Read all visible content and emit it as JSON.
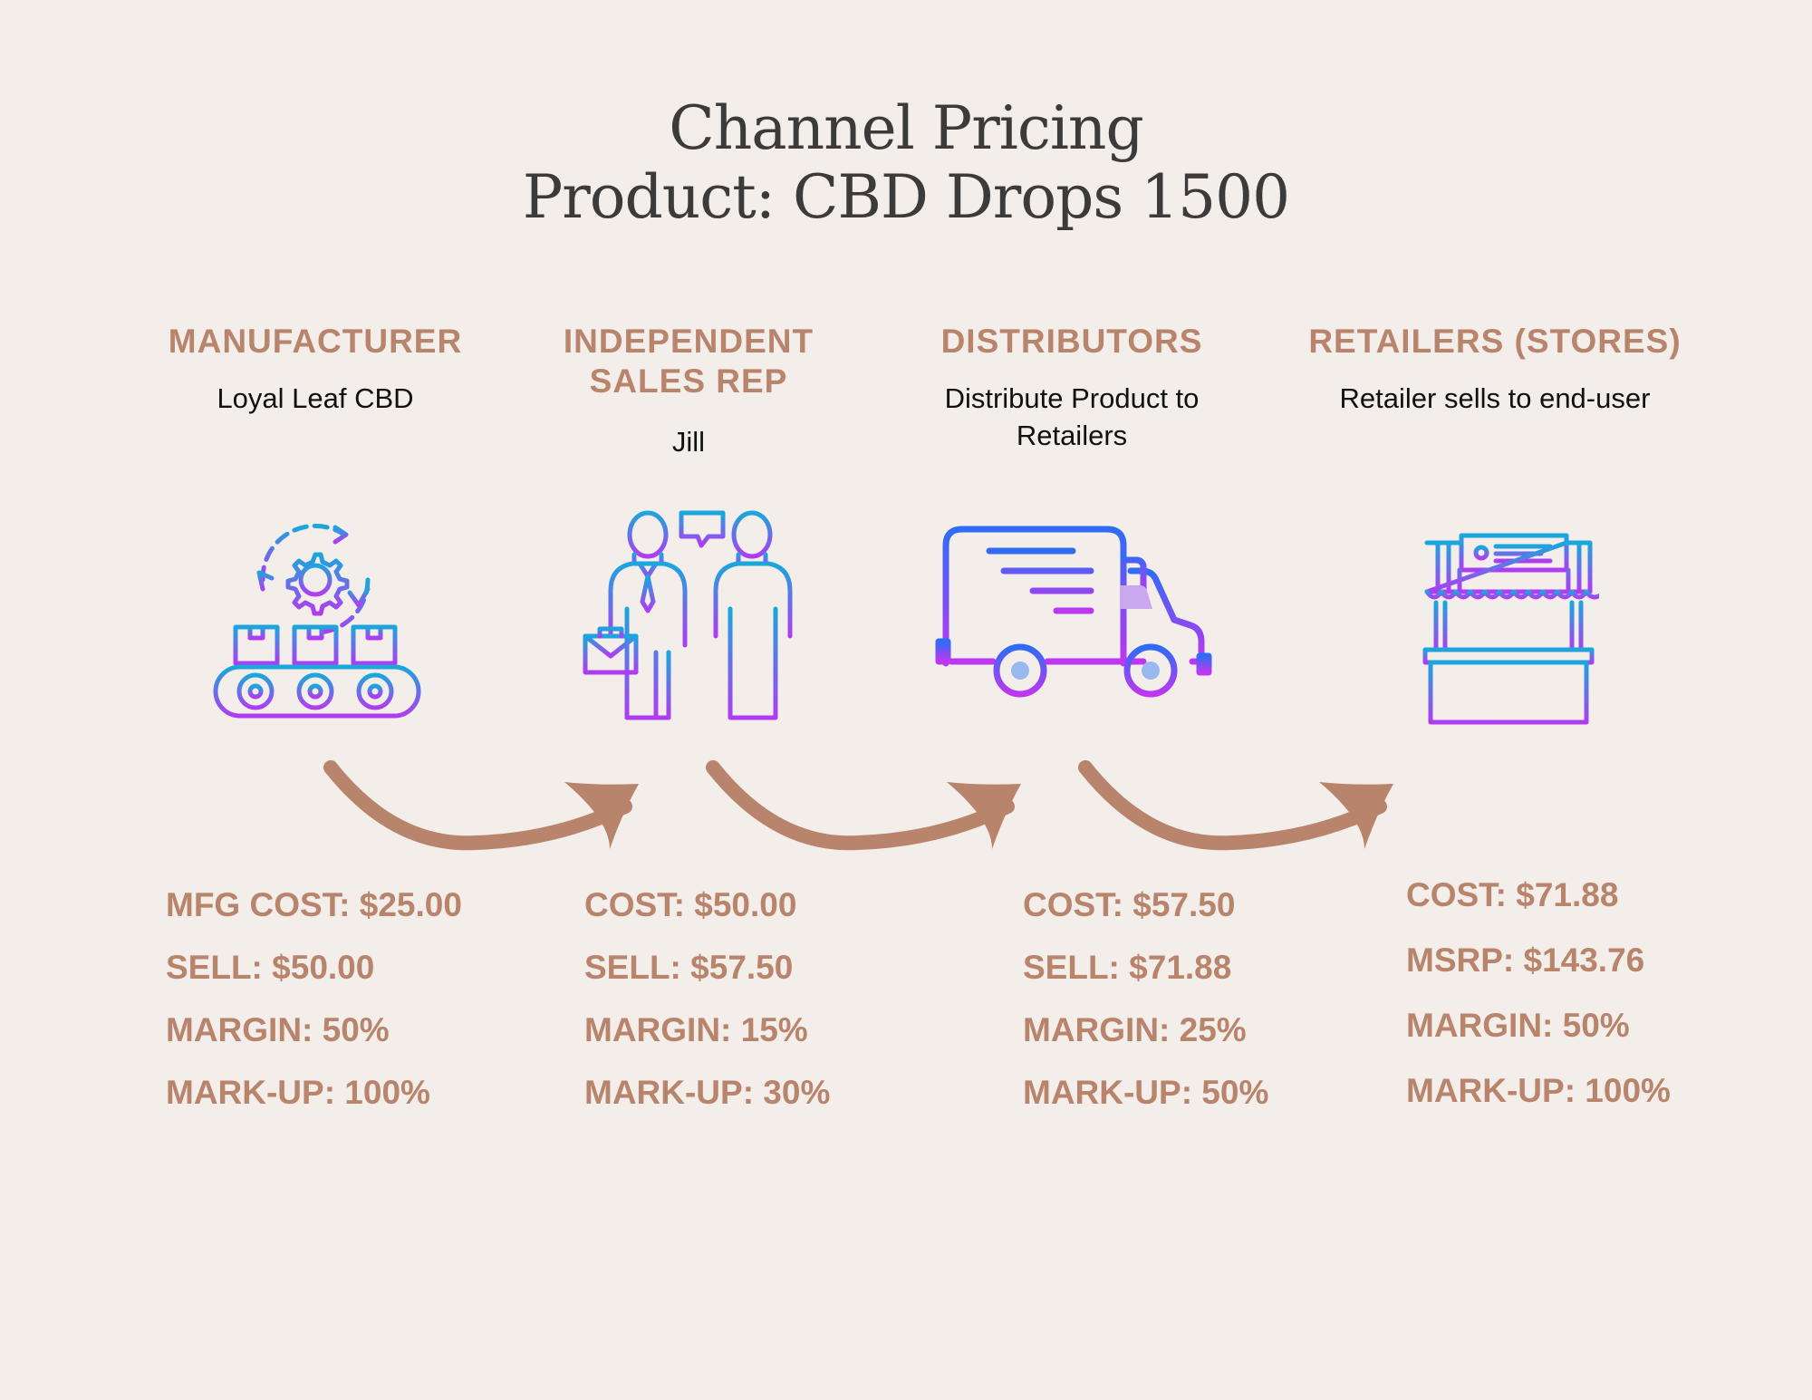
{
  "title": {
    "line1": "Channel Pricing",
    "line2": "Product: CBD Drops 1500"
  },
  "colors": {
    "background": "#f3eeea",
    "accent": "#b8846c",
    "title": "#3d3b39",
    "icon_gradient_top": "#1aa7dc",
    "icon_gradient_bottom": "#b03cf2"
  },
  "stages": [
    {
      "name": "MANUFACTURER",
      "description": "Loyal Leaf CBD",
      "icon": "factory-conveyor-icon",
      "stats": [
        "MFG COST: $25.00",
        "SELL: $50.00",
        "MARGIN: 50%",
        "MARK-UP: 100%"
      ]
    },
    {
      "name_line1": "INDEPENDENT",
      "name_line2": "SALES REP",
      "description": "Jill",
      "icon": "sales-rep-people-icon",
      "stats": [
        "COST: $50.00",
        "SELL: $57.50",
        "MARGIN: 15%",
        "MARK-UP: 30%"
      ]
    },
    {
      "name": "DISTRIBUTORS",
      "description_line1": "Distribute Product to",
      "description_line2": "Retailers",
      "icon": "delivery-truck-icon",
      "stats": [
        "COST: $57.50",
        "SELL: $71.88",
        "MARGIN: 25%",
        "MARK-UP: 50%"
      ]
    },
    {
      "name": "RETAILERS (STORES)",
      "description": "Retailer sells to end-user",
      "icon": "market-stall-icon",
      "stats": [
        "COST: $71.88",
        "MSRP: $143.76",
        "MARGIN: 50%",
        "MARK-UP: 100%"
      ]
    }
  ],
  "arrows": [
    "curved-arrow-icon",
    "curved-arrow-icon",
    "curved-arrow-icon"
  ]
}
